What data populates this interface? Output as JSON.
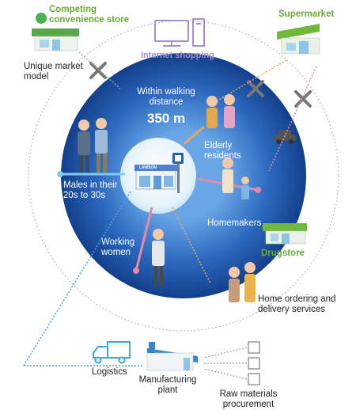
{
  "labels": {
    "competing": "Competing\nconvenience store",
    "supermarket": "Supermarket",
    "internet": "Internet shopping",
    "unique": "Unique market\nmodel",
    "walking": "Within walking\ndistance",
    "distance": "350 m",
    "elderly": "Elderly\nresidents",
    "males": "Males in their\n20s to 30s",
    "homemakers": "Homemakers",
    "working": "Working\nwomen",
    "drugstore": "Drugstore",
    "home_order": "Home ordering and\ndelivery services",
    "logistics": "Logistics",
    "manufacturing": "Manufacturing\nplant",
    "raw": "Raw materials\nprocurement",
    "store_sign": "LAWSON"
  },
  "colors": {
    "ring_dark": "#1a4f9e",
    "ring_light": "#4d8fd6",
    "green": "#6aa83a",
    "purple": "#a78ed1",
    "pink": "#e58aa8",
    "orange": "#e8a35c",
    "cyan": "#3ea7e0"
  }
}
